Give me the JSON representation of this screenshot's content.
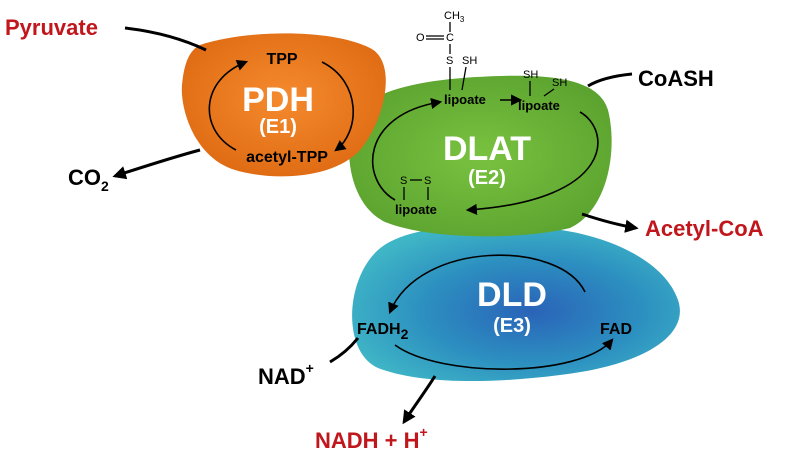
{
  "enzymes": {
    "e1": {
      "name": "PDH",
      "code": "(E1)",
      "color": "#ec7a22"
    },
    "e2": {
      "name": "DLAT",
      "code": "(E2)",
      "color": "#6fb53c"
    },
    "e3": {
      "name": "DLD",
      "code": "(E3)",
      "color": "#2d9fb8"
    }
  },
  "e1_labels": {
    "tpp": "TPP",
    "acetyl_tpp": "acetyl-TPP"
  },
  "e2_labels": {
    "lipoate_top": "lipoate",
    "lipoate_right": "lipoate",
    "lipoate_bottom": "lipoate",
    "acetyl_group": {
      "ch3": "CH",
      "ch3_sub": "3",
      "c": "C",
      "o": "O",
      "s": "S",
      "sh": "SH"
    },
    "dithiol": {
      "sh_a": "SH",
      "sh_b": "SH"
    },
    "disulfide": {
      "s_a": "S",
      "s_b": "S"
    }
  },
  "e3_labels": {
    "fadh2": "FADH",
    "fadh2_sub": "2",
    "fad": "FAD"
  },
  "inputs": {
    "pyruvate": "Pyruvate",
    "coash": "CoASH",
    "nad": "NAD",
    "nad_sup": "+"
  },
  "outputs": {
    "co2": "CO",
    "co2_sub": "2",
    "acetyl_coa": "Acetyl-CoA",
    "nadh": "NADH + H",
    "nadh_sup": "+"
  },
  "colors": {
    "product_red": "#c0161c",
    "black": "#000000"
  }
}
